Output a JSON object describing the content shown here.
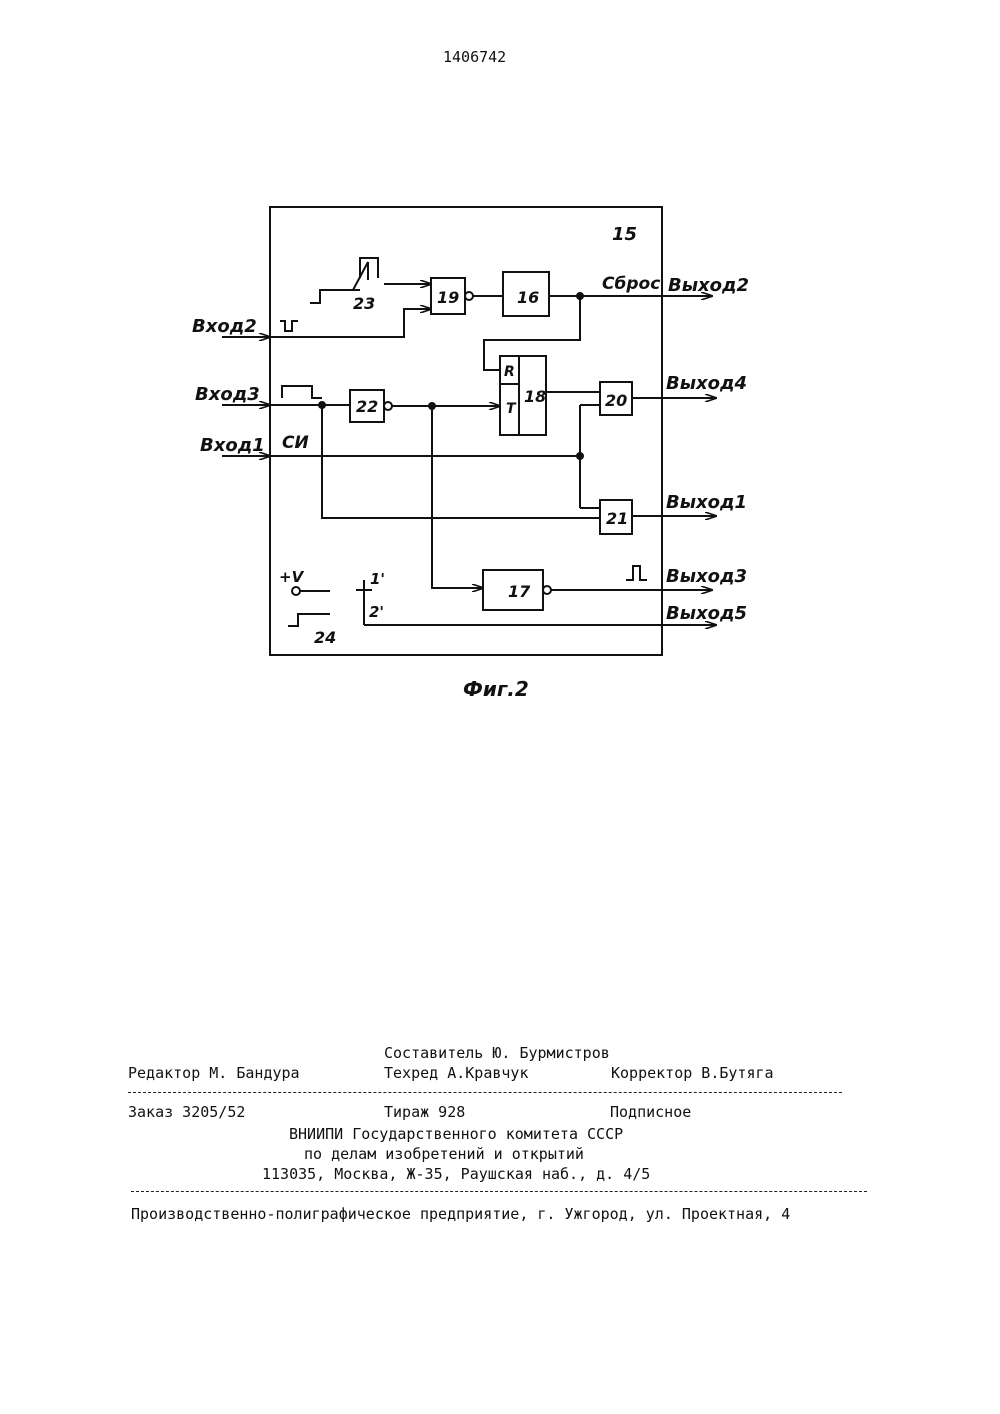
{
  "patent_number": "1406742",
  "diagram": {
    "block_label": "15",
    "inputs": {
      "in2": "Вход2",
      "in3": "Вход3",
      "in1": "Вход1"
    },
    "outputs": {
      "out2": "Выход2",
      "out4": "Выход4",
      "out1": "Выход1",
      "out3": "Выход3",
      "out5": "Выход5"
    },
    "elements": {
      "e16": "16",
      "e17": "17",
      "e18": "18",
      "e19": "19",
      "e20": "20",
      "e21": "21",
      "e22": "22",
      "e23": "23",
      "e24": "24"
    },
    "labels": {
      "reset": "Сброс",
      "ci": "СИ",
      "plus_v": "+V",
      "pos1": "1'",
      "pos2": "2'",
      "R": "R",
      "T": "T"
    },
    "caption": "Фиг.2"
  },
  "colophon": {
    "compiler": "Составитель Ю. Бурмистров",
    "editor": "Редактор М. Бандура",
    "techred": "Техред А.Кравчук",
    "corrector": "Корректор В.Бутяга",
    "order": "Заказ 3205/52",
    "circulation": "Тираж 928",
    "subscription": "Подписное",
    "org_line1": "ВНИИПИ Государственного комитета СССР",
    "org_line2": "по делам изобретений и открытий",
    "address": "113035, Москва, Ж-35, Раушская наб., д. 4/5",
    "printer": "Производственно-полиграфическое предприятие, г. Ужгород, ул. Проектная, 4"
  }
}
